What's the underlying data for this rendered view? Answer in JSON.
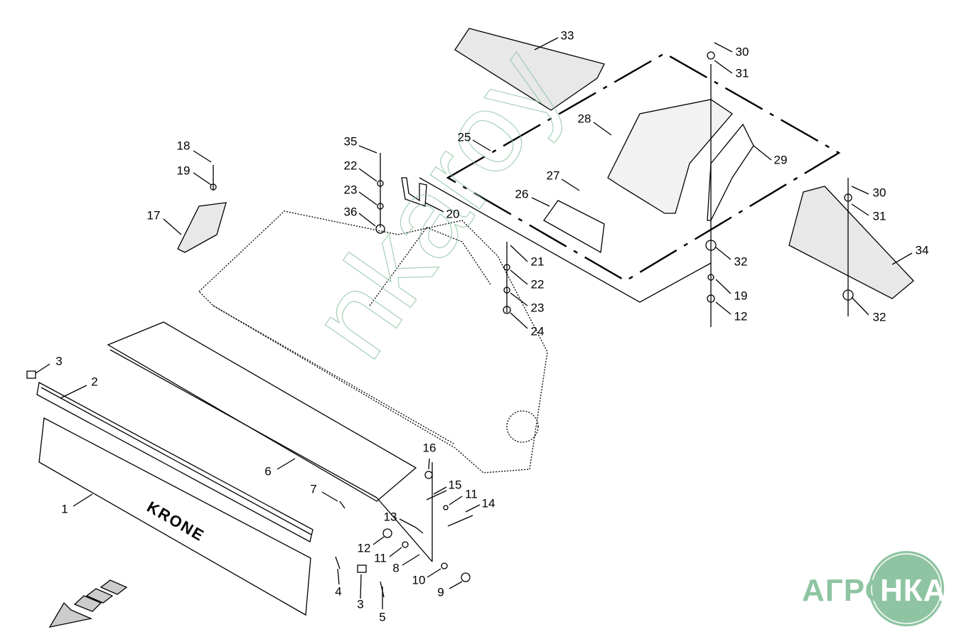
{
  "callouts": [
    "33",
    "30",
    "31",
    "28",
    "25",
    "29",
    "35",
    "22",
    "23",
    "36",
    "20",
    "18",
    "19",
    "17",
    "27",
    "26",
    "30",
    "31",
    "34",
    "21",
    "32",
    "22",
    "19",
    "23",
    "12",
    "32",
    "24",
    "3",
    "2",
    "16",
    "6",
    "7",
    "15",
    "11",
    "14",
    "1",
    "13",
    "12",
    "11",
    "8",
    "10",
    "9",
    "4",
    "3",
    "5"
  ],
  "brand_on_panel": "KRONE",
  "watermark": "nkaroy",
  "logo": {
    "text_left": "АГРО",
    "text_right": "НКА",
    "color": "#8fc4a2"
  }
}
